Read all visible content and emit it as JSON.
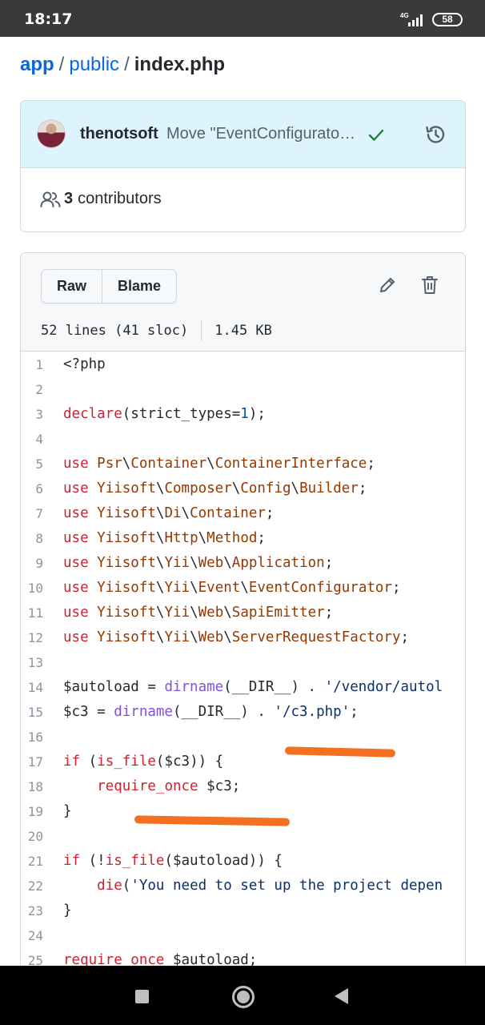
{
  "status_bar": {
    "time": "18:17",
    "network": "4G",
    "battery": "58"
  },
  "breadcrumb": {
    "root": "app",
    "folder": "public",
    "file": "index.php",
    "separator": "/"
  },
  "commit": {
    "author": "thenotsoft",
    "message": "Move \"EventConfigurator\" to Yii Event package",
    "contributors_count": "3",
    "contributors_label": "contributors"
  },
  "file_header": {
    "raw_label": "Raw",
    "blame_label": "Blame",
    "lines_info": "52 lines (41 sloc)",
    "size": "1.45 KB"
  },
  "colors": {
    "link": "#0969da",
    "keyword": "#cf222e",
    "namespace": "#953800",
    "highlight_bg": "#ddf4ff",
    "annotation": "#f47020"
  },
  "code_lines": [
    {
      "n": "1",
      "t": [
        [
          "p",
          "<?php"
        ]
      ]
    },
    {
      "n": "2",
      "t": []
    },
    {
      "n": "3",
      "t": [
        [
          "kw",
          "declare"
        ],
        [
          "",
          "(strict_types="
        ],
        [
          "num",
          "1"
        ],
        [
          "",
          ");"
        ]
      ]
    },
    {
      "n": "4",
      "t": []
    },
    {
      "n": "5",
      "t": [
        [
          "kw",
          "use "
        ],
        [
          "ns",
          "Psr"
        ],
        [
          "",
          "\\"
        ],
        [
          "ns",
          "Container"
        ],
        [
          "",
          "\\"
        ],
        [
          "ns",
          "ContainerInterface"
        ],
        [
          "",
          ";"
        ]
      ]
    },
    {
      "n": "6",
      "t": [
        [
          "kw",
          "use "
        ],
        [
          "ns",
          "Yiisoft"
        ],
        [
          "",
          "\\"
        ],
        [
          "ns",
          "Composer"
        ],
        [
          "",
          "\\"
        ],
        [
          "ns",
          "Config"
        ],
        [
          "",
          "\\"
        ],
        [
          "ns",
          "Builder"
        ],
        [
          "",
          ";"
        ]
      ]
    },
    {
      "n": "7",
      "t": [
        [
          "kw",
          "use "
        ],
        [
          "ns",
          "Yiisoft"
        ],
        [
          "",
          "\\"
        ],
        [
          "ns",
          "Di"
        ],
        [
          "",
          "\\"
        ],
        [
          "ns",
          "Container"
        ],
        [
          "",
          ";"
        ]
      ]
    },
    {
      "n": "8",
      "t": [
        [
          "kw",
          "use "
        ],
        [
          "ns",
          "Yiisoft"
        ],
        [
          "",
          "\\"
        ],
        [
          "ns",
          "Http"
        ],
        [
          "",
          "\\"
        ],
        [
          "ns",
          "Method"
        ],
        [
          "",
          ";"
        ]
      ]
    },
    {
      "n": "9",
      "t": [
        [
          "kw",
          "use "
        ],
        [
          "ns",
          "Yiisoft"
        ],
        [
          "",
          "\\"
        ],
        [
          "ns",
          "Yii"
        ],
        [
          "",
          "\\"
        ],
        [
          "ns",
          "Web"
        ],
        [
          "",
          "\\"
        ],
        [
          "ns",
          "Application"
        ],
        [
          "",
          ";"
        ]
      ]
    },
    {
      "n": "10",
      "t": [
        [
          "kw",
          "use "
        ],
        [
          "ns",
          "Yiisoft"
        ],
        [
          "",
          "\\"
        ],
        [
          "ns",
          "Yii"
        ],
        [
          "",
          "\\"
        ],
        [
          "ns",
          "Event"
        ],
        [
          "",
          "\\"
        ],
        [
          "ns",
          "EventConfigurator"
        ],
        [
          "",
          ";"
        ]
      ]
    },
    {
      "n": "11",
      "t": [
        [
          "kw",
          "use "
        ],
        [
          "ns",
          "Yiisoft"
        ],
        [
          "",
          "\\"
        ],
        [
          "ns",
          "Yii"
        ],
        [
          "",
          "\\"
        ],
        [
          "ns",
          "Web"
        ],
        [
          "",
          "\\"
        ],
        [
          "ns",
          "SapiEmitter"
        ],
        [
          "",
          ";"
        ]
      ]
    },
    {
      "n": "12",
      "t": [
        [
          "kw",
          "use "
        ],
        [
          "ns",
          "Yiisoft"
        ],
        [
          "",
          "\\"
        ],
        [
          "ns",
          "Yii"
        ],
        [
          "",
          "\\"
        ],
        [
          "ns",
          "Web"
        ],
        [
          "",
          "\\"
        ],
        [
          "ns",
          "ServerRequestFactory"
        ],
        [
          "",
          ";"
        ]
      ]
    },
    {
      "n": "13",
      "t": []
    },
    {
      "n": "14",
      "t": [
        [
          "",
          "$autoload = "
        ],
        [
          "fn",
          "dirname"
        ],
        [
          "",
          "(__DIR__) . "
        ],
        [
          "str",
          "'/vendor/autol"
        ]
      ]
    },
    {
      "n": "15",
      "t": [
        [
          "",
          "$c3 = "
        ],
        [
          "fn",
          "dirname"
        ],
        [
          "",
          "(__DIR__) . "
        ],
        [
          "str",
          "'/c3.php'"
        ],
        [
          "",
          ";"
        ]
      ]
    },
    {
      "n": "16",
      "t": []
    },
    {
      "n": "17",
      "t": [
        [
          "kw",
          "if"
        ],
        [
          "",
          " ("
        ],
        [
          "kw",
          "is_file"
        ],
        [
          "",
          "($c3)) {"
        ]
      ]
    },
    {
      "n": "18",
      "t": [
        [
          "",
          "    "
        ],
        [
          "kw",
          "require_once"
        ],
        [
          "",
          " $c3;"
        ]
      ]
    },
    {
      "n": "19",
      "t": [
        [
          "",
          "}"
        ]
      ]
    },
    {
      "n": "20",
      "t": []
    },
    {
      "n": "21",
      "t": [
        [
          "kw",
          "if"
        ],
        [
          "",
          " (!"
        ],
        [
          "kw",
          "is_file"
        ],
        [
          "",
          "($autoload)) {"
        ]
      ]
    },
    {
      "n": "22",
      "t": [
        [
          "",
          "    "
        ],
        [
          "kw",
          "die"
        ],
        [
          "",
          "("
        ],
        [
          "str",
          "'You need to set up the project depen"
        ]
      ]
    },
    {
      "n": "23",
      "t": [
        [
          "",
          "}"
        ]
      ]
    },
    {
      "n": "24",
      "t": []
    },
    {
      "n": "25",
      "t": [
        [
          "kw",
          "require_once"
        ],
        [
          "",
          " $autoload;"
        ]
      ]
    }
  ]
}
